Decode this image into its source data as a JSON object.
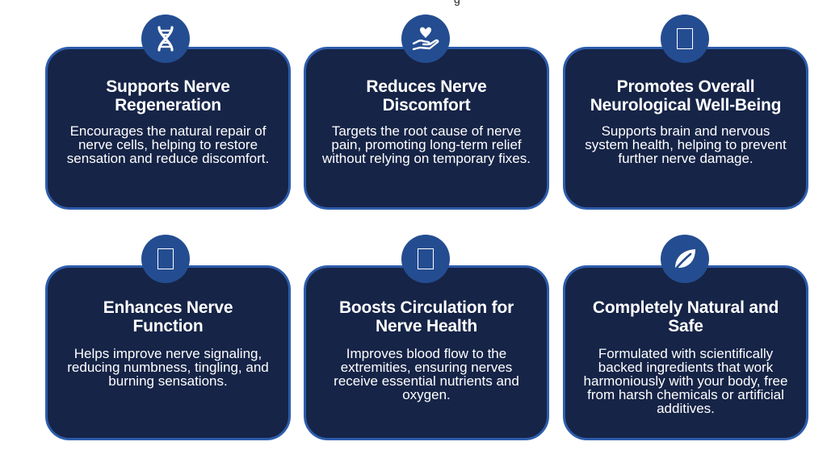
{
  "top_fragment": "g",
  "cards": [
    {
      "icon": "dna-icon",
      "title": "Supports Nerve Regeneration",
      "description": "Encourages the natural repair of nerve cells, helping to restore sensation and reduce discomfort."
    },
    {
      "icon": "heart-hand-icon",
      "title": "Reduces Nerve Discomfort",
      "description": "Targets the root cause of nerve pain, promoting long-term relief without relying on temporary fixes."
    },
    {
      "icon": "missing-glyph-icon",
      "title": "Promotes Overall Neurological Well-Being",
      "description": "Supports brain and nervous system health, helping to prevent further nerve damage."
    },
    {
      "icon": "missing-glyph-icon",
      "title": "Enhances Nerve Function",
      "description": "Helps improve nerve signaling, reducing numbness, tingling, and burning sensations."
    },
    {
      "icon": "missing-glyph-icon",
      "title": "Boosts Circulation for Nerve Health",
      "description": "Improves blood flow to the extremities, ensuring nerves receive essential nutrients and oxygen."
    },
    {
      "icon": "leaf-icon",
      "title": "Completely Natural and Safe",
      "description": "Formulated with scientifically backed ingredients that work harmoniously with your body, free from harsh chemicals or artificial additives."
    }
  ],
  "colors": {
    "card_background": "#162447",
    "card_border": "#2d5cab",
    "icon_circle": "#244d91",
    "text": "#ffffff"
  }
}
